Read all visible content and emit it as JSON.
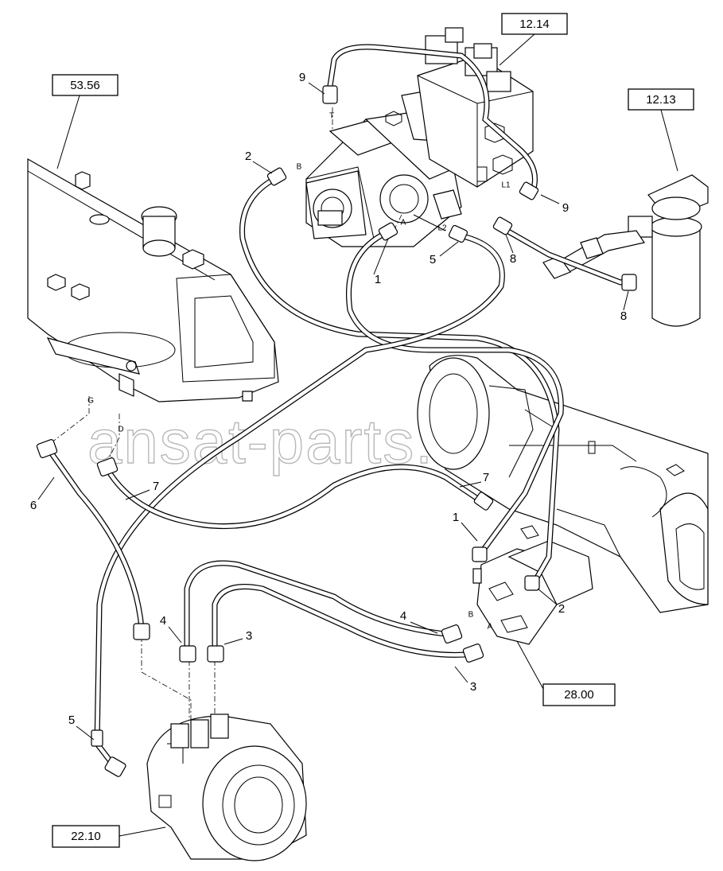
{
  "reference_boxes": [
    {
      "id": "ref-12-14",
      "text": "12.14"
    },
    {
      "id": "ref-53-56",
      "text": "53.56"
    },
    {
      "id": "ref-12-13",
      "text": "12.13"
    },
    {
      "id": "ref-28-00",
      "text": "28.00"
    },
    {
      "id": "ref-22-10",
      "text": "22.10"
    }
  ],
  "callouts": {
    "c1a": "1",
    "c1b": "1",
    "c2a": "2",
    "c2b": "2",
    "c3a": "3",
    "c3b": "3",
    "c4a": "4",
    "c4b": "4",
    "c5a": "5",
    "c5b": "5",
    "c6": "6",
    "c7a": "7",
    "c7b": "7",
    "c8a": "8",
    "c8b": "8",
    "c9a": "9",
    "c9b": "9"
  },
  "ports": {
    "t": "T",
    "b_pump": "B",
    "a_pump": "A",
    "l1": "L1",
    "l2": "L2",
    "b_valve": "B",
    "a_valve": "A",
    "g": "G",
    "d": "D"
  },
  "watermark": "ansat-parts.ru"
}
